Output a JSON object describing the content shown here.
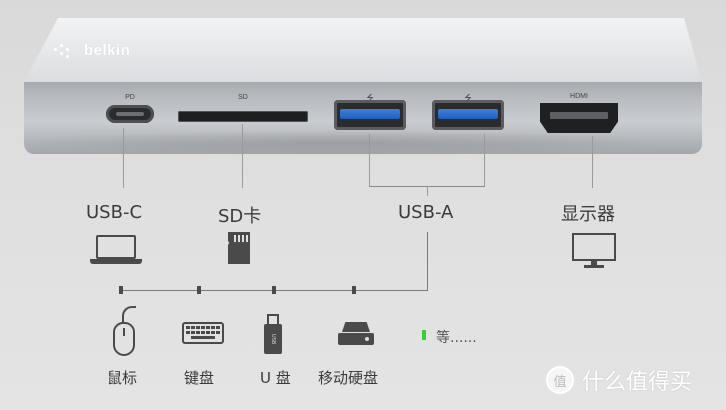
{
  "device": {
    "brand": "belkin",
    "ports": {
      "pd": "PD",
      "sd": "SD",
      "usb_a_symbol": "⭍",
      "hdmi": "HDMI"
    }
  },
  "categories": {
    "usb_c": "USB-C",
    "sd": "SD卡",
    "usb_a": "USB-A",
    "display": "显示器"
  },
  "devices": {
    "mouse": "鼠标",
    "keyboard": "键盘",
    "usb_drive": "U 盘",
    "hdd": "移动硬盘",
    "etc": "等......"
  },
  "watermark": {
    "text": "什么值得买",
    "logo_char": "值"
  },
  "icons": {
    "laptop": "laptop-icon",
    "sd_card": "sd-card-icon",
    "monitor": "monitor-icon",
    "mouse": "mouse-icon",
    "keyboard": "keyboard-icon",
    "usb_drive": "usb-drive-icon",
    "hdd": "external-drive-icon"
  },
  "colors": {
    "usb_blue": "#2a6fd0",
    "accent_green": "#35d12f",
    "aluminum": "#c6c9cd"
  }
}
